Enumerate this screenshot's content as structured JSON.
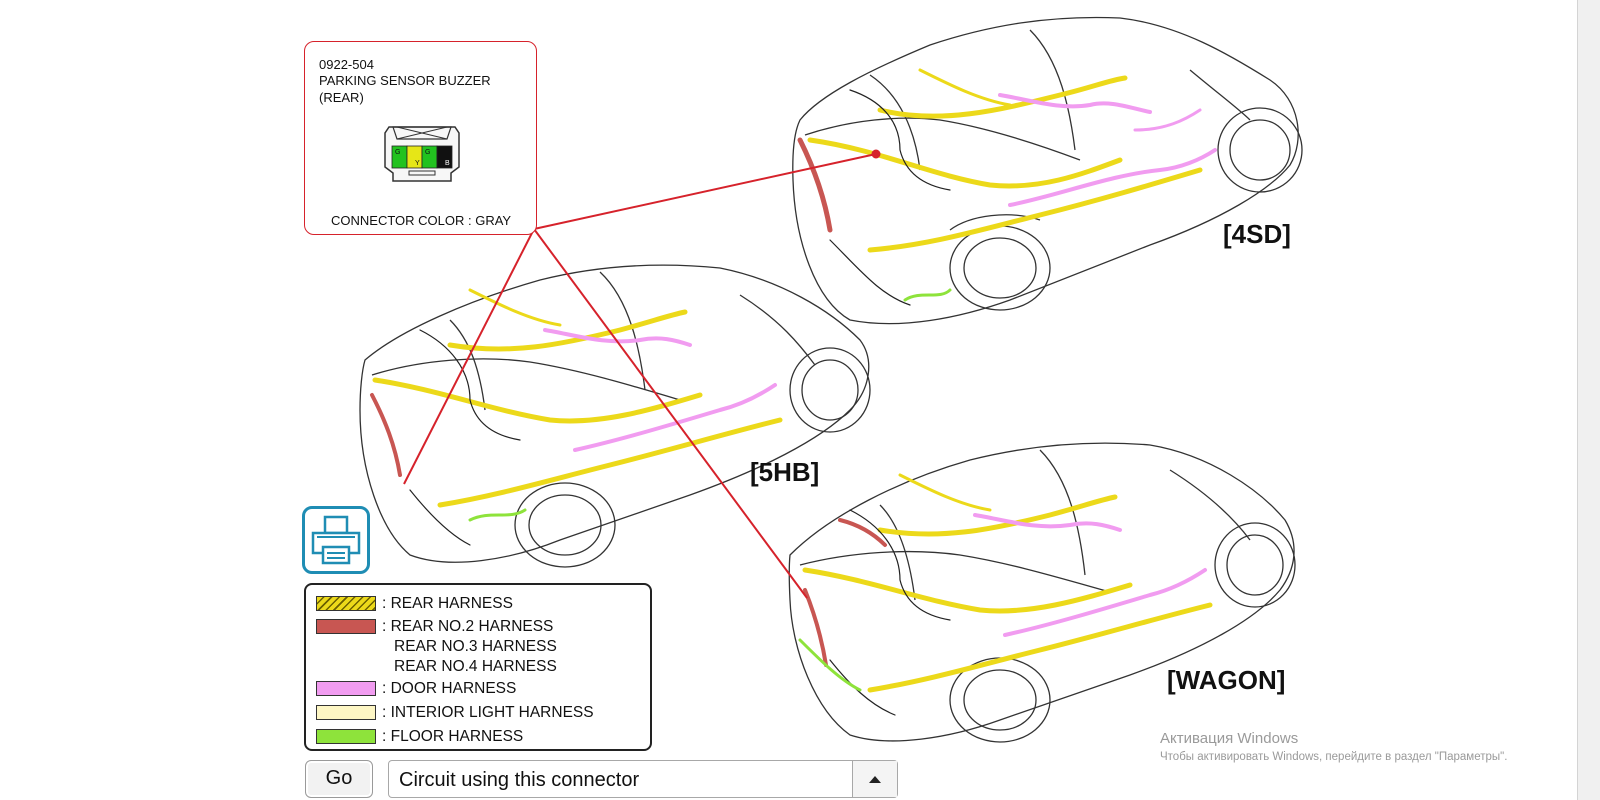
{
  "callout": {
    "code": "0922-504",
    "name": "PARKING SENSOR BUZZER",
    "sub": "(REAR)",
    "connector_color": "CONNECTOR COLOR : GRAY",
    "pins": [
      {
        "letter": "G",
        "color": "#22c21f"
      },
      {
        "letter": "Y",
        "color": "#e6e617"
      },
      {
        "letter": "G",
        "color": "#22c21f"
      },
      {
        "letter": "B",
        "color": "#111111"
      }
    ]
  },
  "labels": {
    "sd4": "[4SD]",
    "hb5": "[5HB]",
    "wagon": "[WAGON]"
  },
  "legend": {
    "items": [
      {
        "label": ": REAR HARNESS",
        "swatch": "#ecd91a",
        "hatched": true
      },
      {
        "label": ": REAR NO.2 HARNESS",
        "swatch": "#c85652",
        "hatched": false
      },
      {
        "label": ": DOOR HARNESS",
        "swatch": "#f19cf0",
        "hatched": false
      },
      {
        "label": ": INTERIOR LIGHT HARNESS",
        "swatch": "#fdf6c4",
        "hatched": false
      },
      {
        "label": ": FLOOR HARNESS",
        "swatch": "#8ee33b",
        "hatched": false
      }
    ],
    "extra_lines": [
      "REAR NO.3 HARNESS",
      "REAR NO.4 HARNESS"
    ]
  },
  "controls": {
    "go_label": "Go",
    "circuit_select_value": "Circuit using this connector"
  },
  "watermark": {
    "title": "Активация Windows",
    "subtitle": "Чтобы активировать Windows, перейдите в раздел \"Параметры\"."
  },
  "colors": {
    "leader_line": "#d6222b",
    "rear_harness": "#ecd91a",
    "rear_no2_harness": "#c85652",
    "door_harness": "#f19cf0",
    "interior_light_harness": "#fdf6c4",
    "floor_harness": "#8ee33b",
    "print_icon": "#1f8db4"
  },
  "icons": {
    "print": "printer-icon",
    "dropdown": "chevron-up-icon"
  }
}
